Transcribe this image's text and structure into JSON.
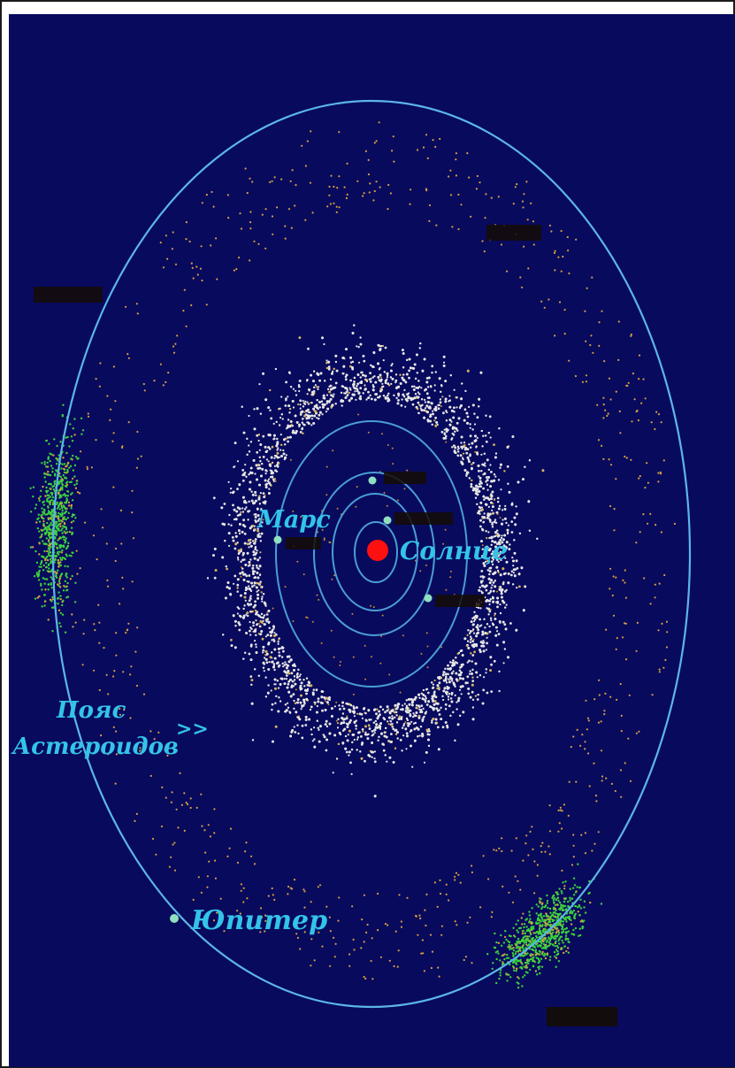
{
  "labels": {
    "sun": "Солнце",
    "mars": "Марс",
    "jupiter": "Юпитер",
    "belt_line1": "Пояс",
    "belt_line2": "Астероидов",
    "belt_arrow": ">>"
  },
  "colors": {
    "background": "#080a5e",
    "orbit": "#4aa8d8",
    "sun": "#ff1010",
    "planet": "#8ee0c0",
    "label": "#33c4e8",
    "main_belt": "#e8e8e8",
    "trojans": "#3cd23c",
    "hildas": "#d8a040"
  }
}
